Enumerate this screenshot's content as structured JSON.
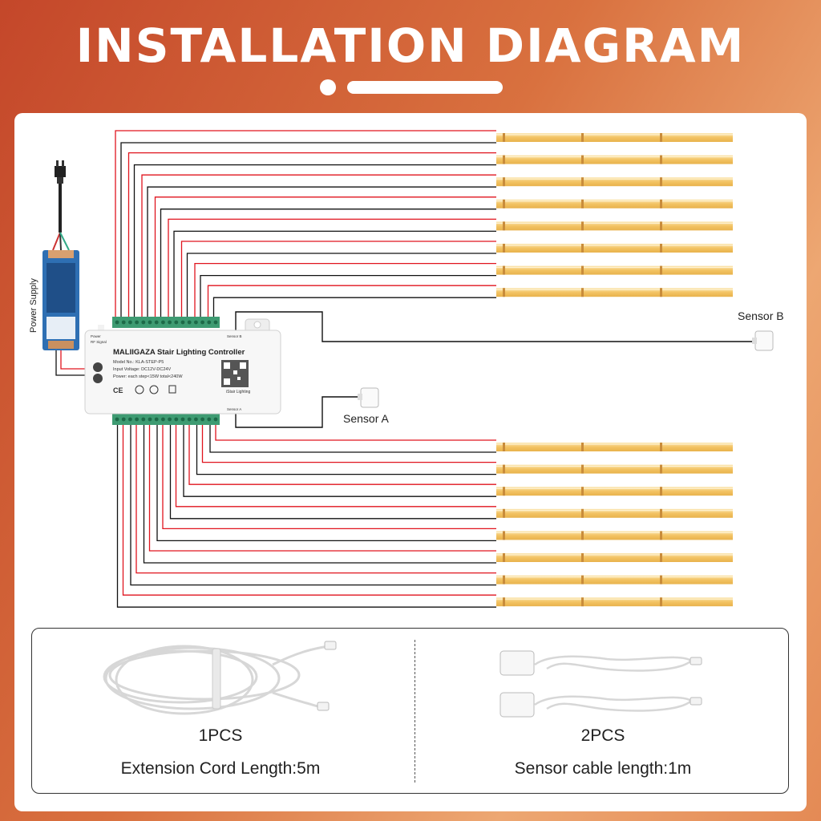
{
  "title": "INSTALLATION DIAGRAM",
  "labels": {
    "power_supply": "Power Supply",
    "sensor_a": "Sensor A",
    "sensor_b": "Sensor B"
  },
  "controller": {
    "name": "MALIIGAZA Stair Lighting Controller",
    "model": "Model No.: KLA-STEP-P5",
    "voltage": "Input Voltage: DC12V-DC24V",
    "power": "Power: each step<15W total<240W",
    "app": "iStair Lighting",
    "power_led": "Power",
    "rf_led": "RF Signal",
    "sensor_b_port": "Sensor B",
    "sensor_a_port": "Sensor A"
  },
  "accessories": [
    {
      "qty": "1PCS",
      "desc": "Extension Cord Length:5m",
      "icon": "extension-cord"
    },
    {
      "qty": "2PCS",
      "desc": "Sensor cable length:1m",
      "icon": "sensor-cable"
    }
  ],
  "colors": {
    "wire_red": "#e0141e",
    "wire_black": "#111111",
    "strip": "#f4c665",
    "terminal": "#3e9b72",
    "psu": "#2e6fb3"
  }
}
